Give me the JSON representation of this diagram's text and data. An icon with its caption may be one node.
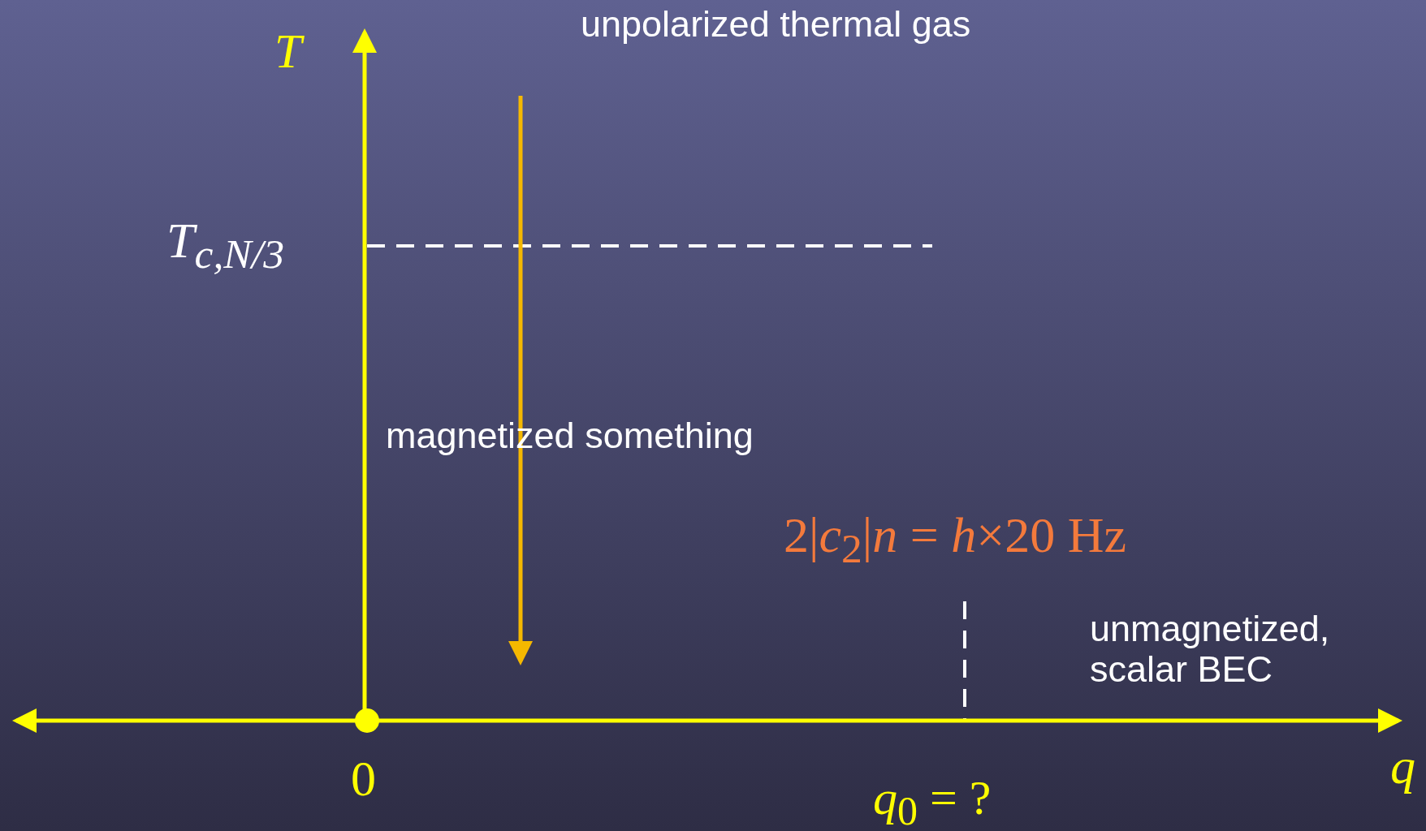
{
  "diagram": {
    "labels": [
      "T",
      "unpolarized thermal gas",
      "T$_{c,N/3}$",
      "magnetized something",
      "2|*c*$_{2}$|*n* = *h*×20 Hz",
      "unmagnetized, scalar BEC",
      "0",
      "q",
      "*q*$_{0}$ = ?"
    ]
  }
}
